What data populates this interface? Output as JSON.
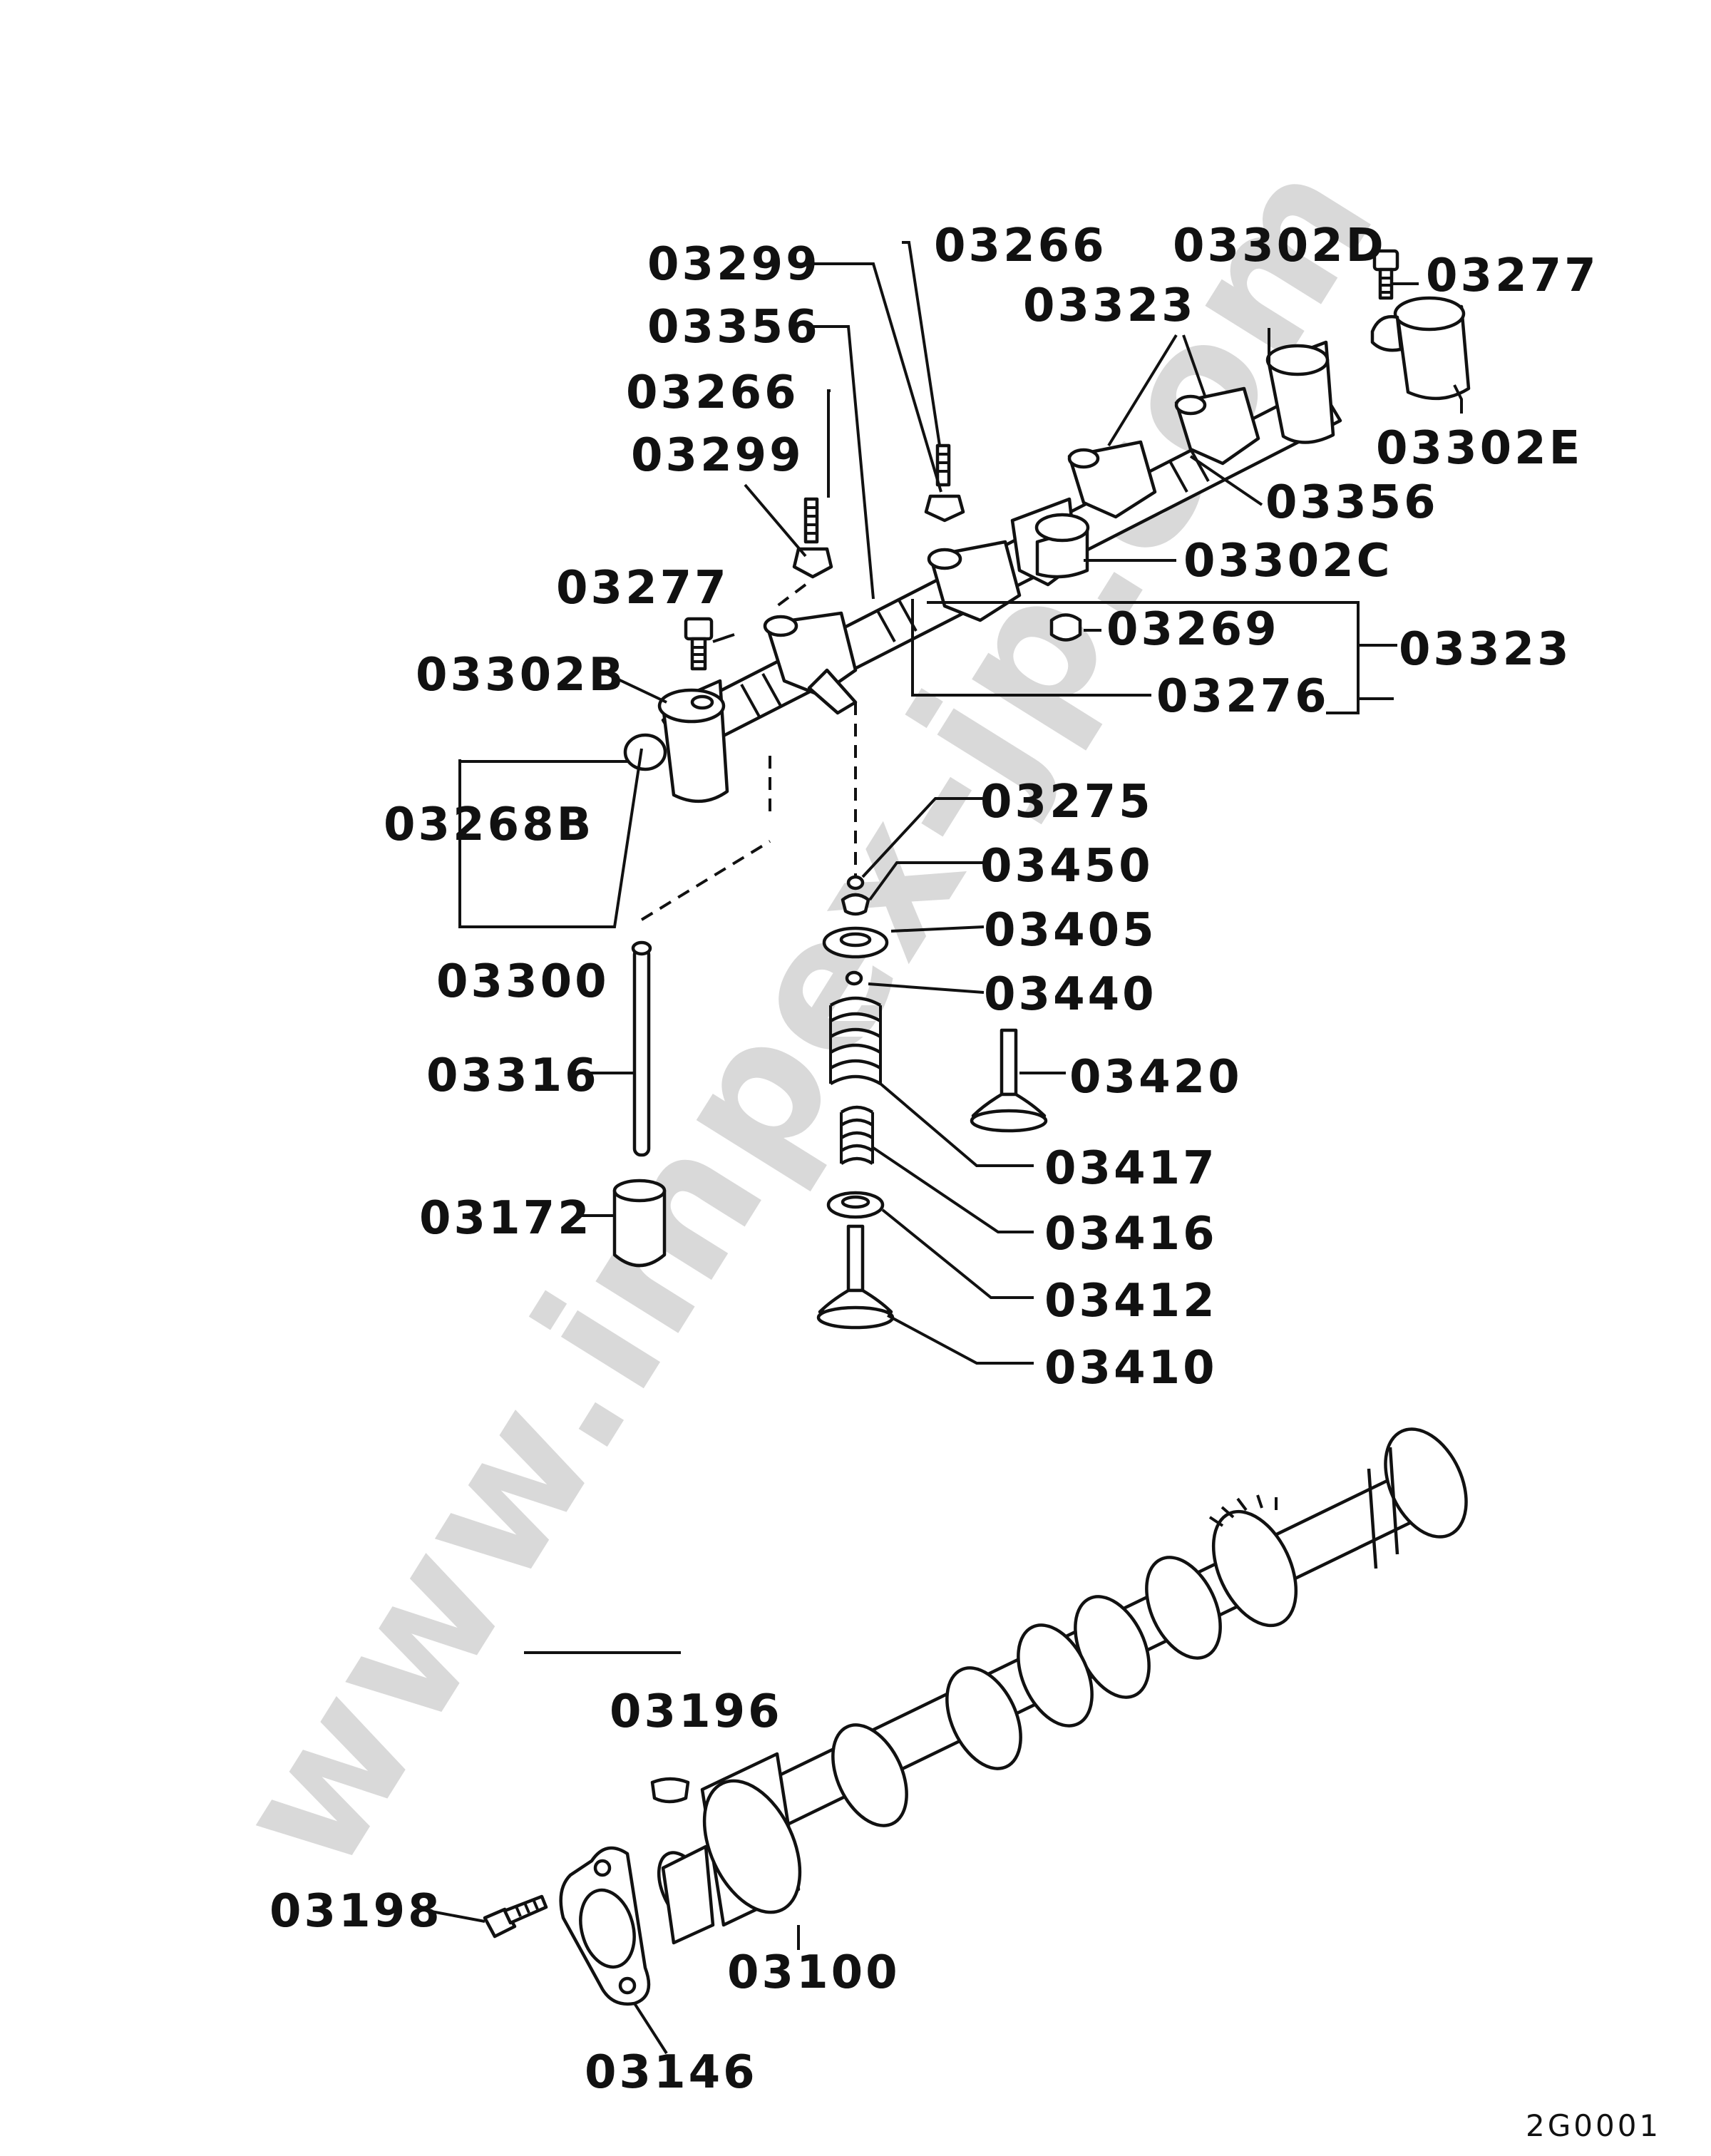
{
  "watermark": "www.impex-jp.com",
  "diagram_code": "2G0001",
  "parts": {
    "p03299_top": "03299",
    "p03266_top": "03266",
    "p03302D": "03302D",
    "p03277_top": "03277",
    "p03356_top": "03356",
    "p03323_top": "03323",
    "p03266_mid": "03266",
    "p03302E": "03302E",
    "p03299_mid": "03299",
    "p03356_right": "03356",
    "p03302C": "03302C",
    "p03277_left": "03277",
    "p03269": "03269",
    "p03323_right": "03323",
    "p03302B": "03302B",
    "p03276": "03276",
    "p03275": "03275",
    "p03268B": "03268B",
    "p03450": "03450",
    "p03405": "03405",
    "p03300": "03300",
    "p03440": "03440",
    "p03420": "03420",
    "p03316": "03316",
    "p03417": "03417",
    "p03172": "03172",
    "p03416": "03416",
    "p03412": "03412",
    "p03410": "03410",
    "p03196": "03196",
    "p03198": "03198",
    "p03100": "03100",
    "p03146": "03146"
  }
}
